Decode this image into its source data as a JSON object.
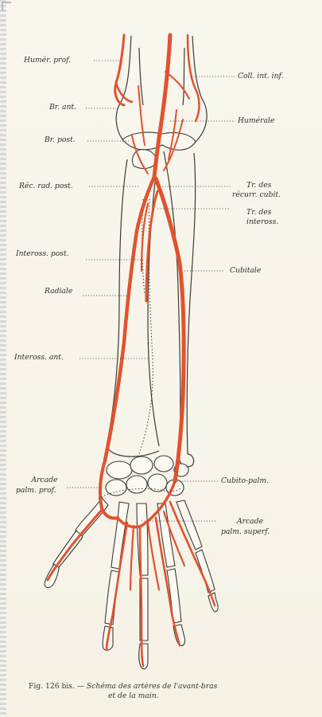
{
  "labels": {
    "humer_prof": "Humér. prof.",
    "coll_int_inf": "Coll. int. inf.",
    "br_ant": "Br. ant.",
    "humerale": "Humérale",
    "br_post": "Br. post.",
    "rec_rad_post": "Réc. rad. post.",
    "tr_recurr_1": "Tr. des",
    "tr_recurr_2": "récurr. cubit.",
    "tr_inteross_1": "Tr. des",
    "tr_inteross_2": "inteross.",
    "inteross_post": "Inteross. post.",
    "cubitale": "Cubitale",
    "radiale": "Radiale",
    "inteross_ant": "Inteross. ant.",
    "arcade_prof_1": "Arcade",
    "arcade_prof_2": "palm. prof.",
    "cubito_palm": "Cubito-palm.",
    "arcade_superf_1": "Arcade",
    "arcade_superf_2": "palm. superf."
  },
  "caption": {
    "fig": "Fig. 126 bis.",
    "line1": "— Schéma des artères de l'avant-bras",
    "line2": "et de la main."
  },
  "colors": {
    "artery": "#e0532e",
    "bone_line": "#3a3a3a",
    "paper": "#f6f2e6"
  }
}
